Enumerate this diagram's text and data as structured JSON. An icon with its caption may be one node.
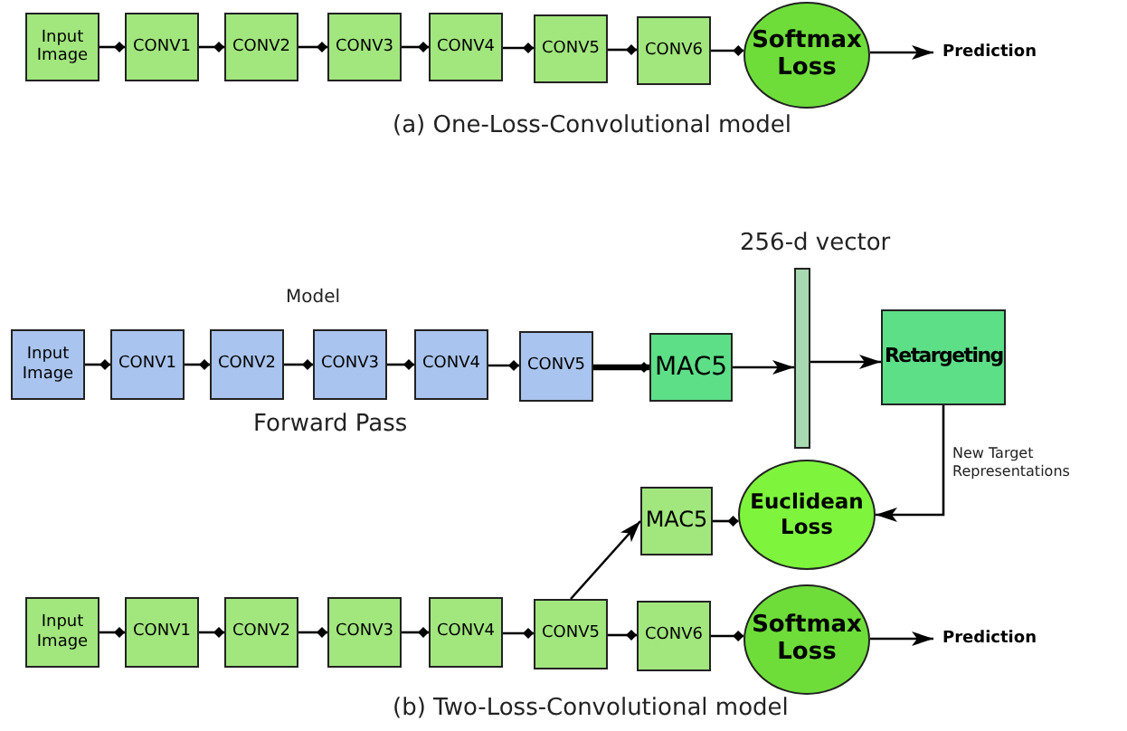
{
  "diagram": {
    "nodes": [
      {
        "text": [
          "Input Image"
        ]
      },
      {
        "text": [
          "CONV1"
        ]
      },
      {
        "text": [
          "CONV2"
        ]
      },
      {
        "text": [
          "CONV3"
        ]
      },
      {
        "text": [
          "CONV4"
        ]
      },
      {
        "text": [
          "CONV5"
        ]
      },
      {
        "text": [
          "CONV6"
        ]
      },
      {
        "text": [
          "Softmax Loss"
        ]
      },
      {
        "text": [
          "Prediction"
        ]
      },
      {
        "text": [
          "Input Image"
        ]
      },
      {
        "text": [
          "CONV1"
        ]
      },
      {
        "text": [
          "CONV2"
        ]
      },
      {
        "text": [
          "CONV3"
        ]
      },
      {
        "text": [
          "CONV4"
        ]
      },
      {
        "text": [
          "CONV5"
        ]
      },
      {
        "text": [
          "MAC5"
        ]
      },
      {
        "text": [],
        "shape": "bar",
        "beside": [
          "256-d vector"
        ]
      },
      {
        "text": [
          "Retargeting"
        ]
      },
      {
        "text": [
          "MAC5"
        ]
      },
      {
        "text": [
          "Euclidean Loss"
        ]
      },
      {
        "text": [
          "Input Image"
        ]
      },
      {
        "text": [
          "CONV1"
        ]
      },
      {
        "text": [
          "CONV2"
        ]
      },
      {
        "text": [
          "CONV3"
        ]
      },
      {
        "text": [
          "CONV4"
        ]
      },
      {
        "text": [
          "CONV5"
        ]
      },
      {
        "text": [
          "CONV6"
        ]
      },
      {
        "text": [
          "Softmax Loss"
        ]
      },
      {
        "text": [
          "Prediction"
        ]
      }
    ],
    "edges": [
      {
        "from": 0,
        "to": 1,
        "arrow": "other"
      },
      {
        "from": 1,
        "to": 2,
        "arrow": "other"
      },
      {
        "from": 2,
        "to": 3,
        "arrow": "other"
      },
      {
        "from": 3,
        "to": 4,
        "arrow": "other"
      },
      {
        "from": 4,
        "to": 5,
        "arrow": "other"
      },
      {
        "from": 5,
        "to": 6,
        "arrow": "other"
      },
      {
        "from": 6,
        "to": 7,
        "arrow": "other"
      },
      {
        "from": 7,
        "to": 8,
        "arrow": "to"
      },
      {
        "from": 9,
        "to": 10,
        "arrow": "other"
      },
      {
        "from": 10,
        "to": 11,
        "arrow": "other"
      },
      {
        "from": 11,
        "to": 12,
        "arrow": "other"
      },
      {
        "from": 12,
        "to": 13,
        "arrow": "other"
      },
      {
        "from": 13,
        "to": 14,
        "arrow": "other"
      },
      {
        "from": 14,
        "to": 15,
        "arrow": "other",
        "style": "thick"
      },
      {
        "from": 15,
        "to": 16,
        "arrow": "to"
      },
      {
        "from": 16,
        "to": 17,
        "arrow": "to"
      },
      {
        "from": 17,
        "to": 19,
        "arrow": "to",
        "label": "New Target Representations"
      },
      {
        "from": 25,
        "to": 18,
        "arrow": "to"
      },
      {
        "from": 18,
        "to": 19,
        "arrow": "other"
      },
      {
        "from": 20,
        "to": 21,
        "arrow": "other"
      },
      {
        "from": 21,
        "to": 22,
        "arrow": "other"
      },
      {
        "from": 22,
        "to": 23,
        "arrow": "other"
      },
      {
        "from": 23,
        "to": 24,
        "arrow": "other"
      },
      {
        "from": 24,
        "to": 25,
        "arrow": "other"
      },
      {
        "from": 25,
        "to": 26,
        "arrow": "other"
      },
      {
        "from": 26,
        "to": 27,
        "arrow": "other"
      },
      {
        "from": 27,
        "to": 28,
        "arrow": "to"
      }
    ],
    "labels": [
      "(a) One-Loss-Convolutional model",
      "Model",
      "Forward Pass",
      "(b) Two-Loss-Convolutional model"
    ]
  }
}
